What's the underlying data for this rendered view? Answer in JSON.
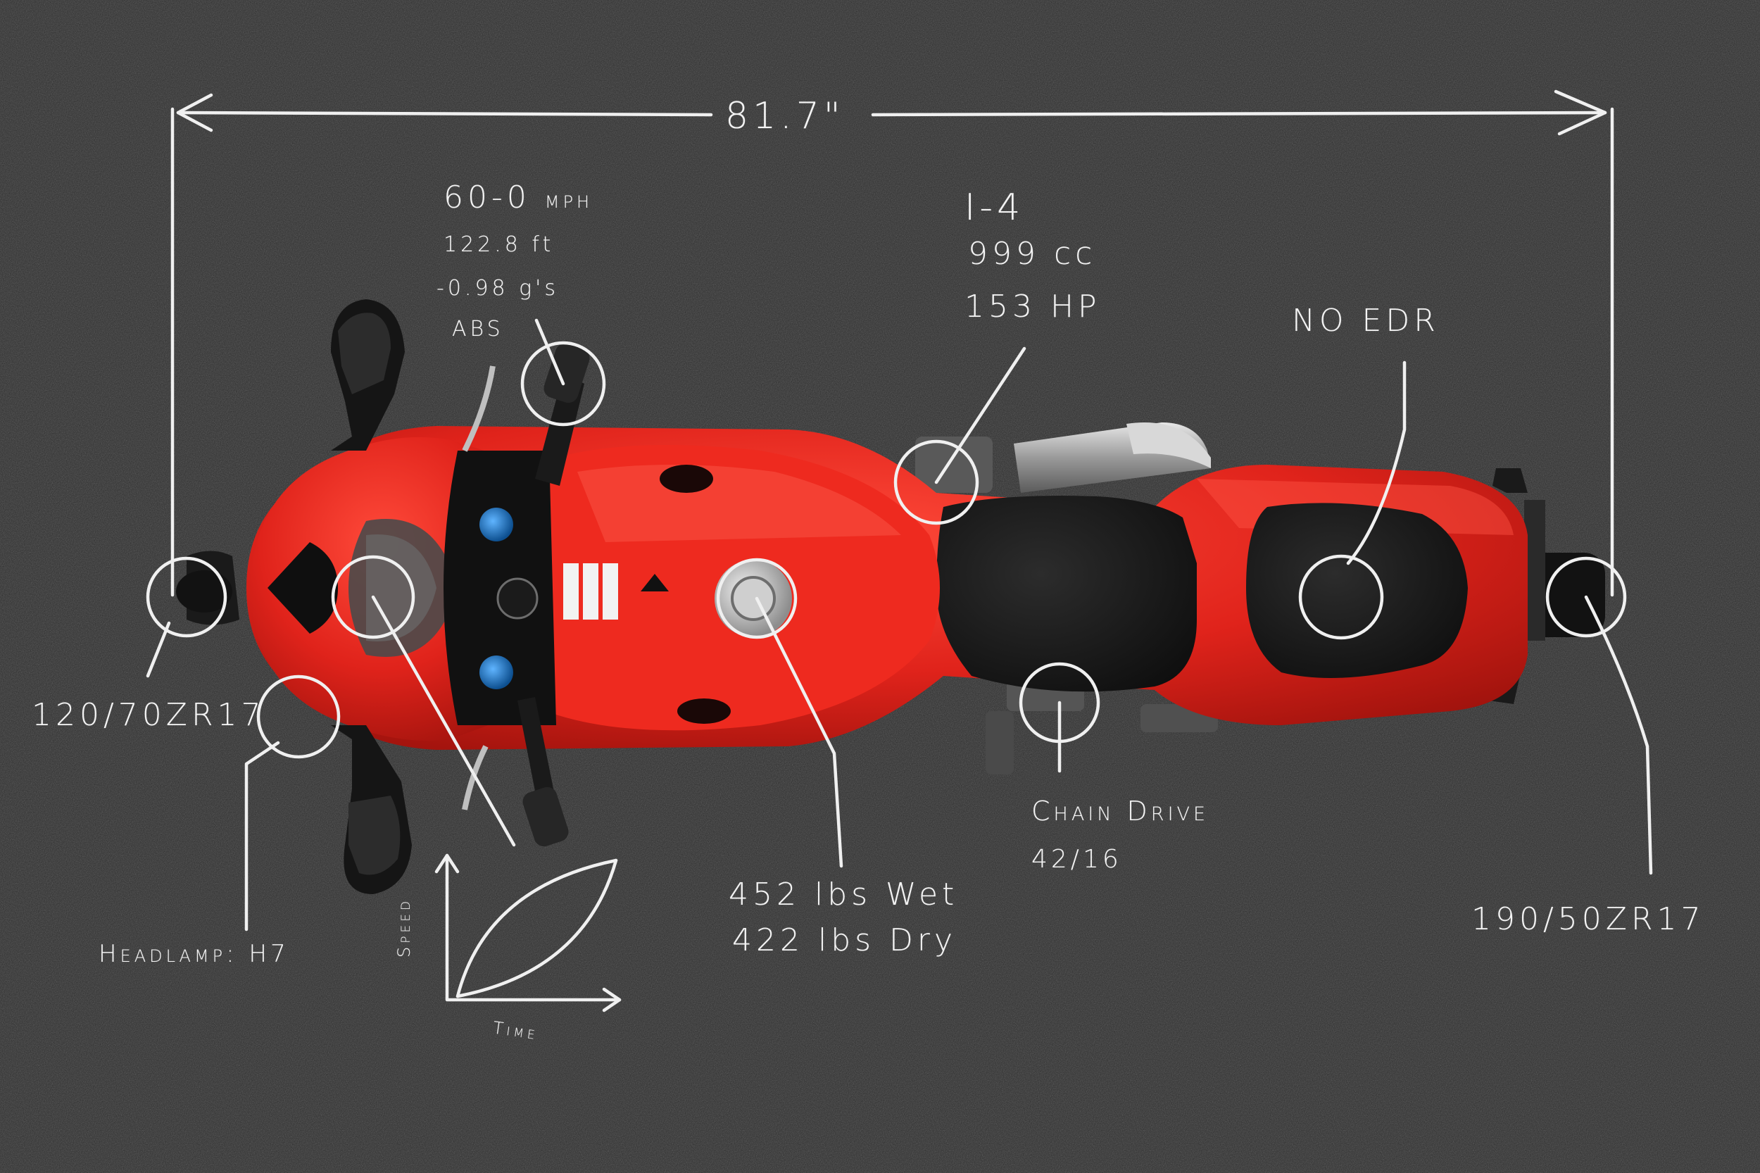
{
  "annotations": {
    "length": "81.7\"",
    "braking_line1_value": "60-0",
    "braking_line1_unit": "MPH",
    "braking_line2": "122.8 ft",
    "braking_line3": "-0.98 g's",
    "braking_line4": "ABS",
    "engine_line1": "I-4",
    "engine_line2": "999 cc",
    "engine_line3": "153 HP",
    "edr": "NO EDR",
    "front_tire": "120/70ZR17",
    "headlamp": "Headlamp: H7",
    "weight_line1": "452 lbs Wet",
    "weight_line2": "422 lbs Dry",
    "chain_line1": "Chain Drive",
    "chain_line2": "42/16",
    "rear_tire": "190/50ZR17",
    "graph_y_label": "Speed",
    "graph_x_label": "Time"
  },
  "colors": {
    "asphalt": "#2a2a2a",
    "bodywork": "#e0231b",
    "seat": "#151515",
    "chalk": "#f4f4f4",
    "fork_caps": "#1f78c8"
  }
}
